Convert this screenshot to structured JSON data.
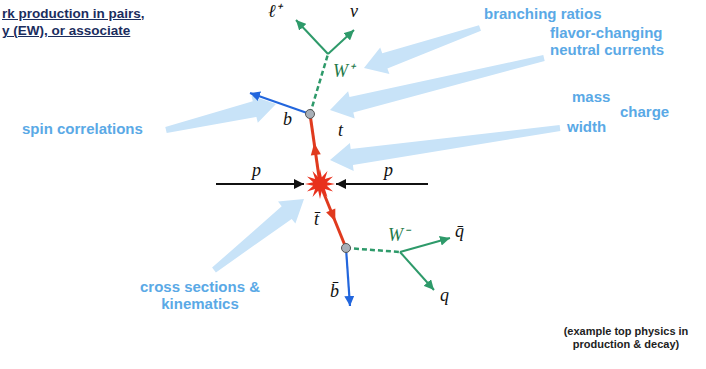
{
  "diagram": {
    "labels": [
      "rk production in pairs,",
      "y (EW), or associate",
      "branching ratios",
      "flavor-changing neutral currents",
      "mass",
      "width",
      "charge",
      "spin correlations",
      "cross sections & kinematics",
      "(example top physics in production & decay)",
      "ℓ⁺",
      "ν",
      "W⁺",
      "b",
      "t",
      "p",
      "p",
      "t̄",
      "W⁻",
      "b̄",
      "q̄",
      "q"
    ]
  }
}
